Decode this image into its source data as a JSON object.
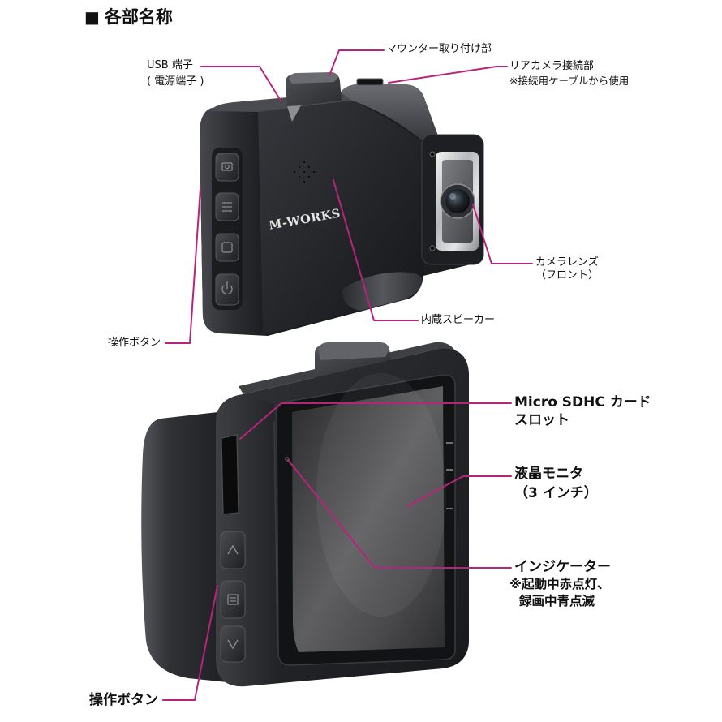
{
  "header": {
    "marker": "■",
    "title": "各部名称"
  },
  "top_camera": {
    "brand": "M-WORKS",
    "button_icons": [
      "camera-mode-icon",
      "menu-icon",
      "record-icon",
      "power-icon"
    ],
    "labels": {
      "usb": [
        "USB 端子",
        "( 電源端子 )"
      ],
      "mount": "マウンター取り付け部",
      "rear_camera": [
        "リアカメラ接続部",
        "※接続用ケーブルから使用"
      ],
      "lens": [
        "カメラレンズ",
        "（フロント）"
      ],
      "speaker": "内蔵スピーカー",
      "buttons": "操作ボタン"
    }
  },
  "bottom_camera": {
    "button_icons": [
      "up-arrow-icon",
      "menu-icon",
      "down-arrow-icon"
    ],
    "labels": {
      "sd_slot": [
        "Micro SDHC カード",
        "スロット"
      ],
      "monitor": [
        "液晶モニタ",
        "（3 インチ）"
      ],
      "indicator": [
        "インジケーター",
        "※起動中赤点灯、",
        "録画中青点滅"
      ],
      "buttons": "操作ボタン"
    }
  },
  "colors": {
    "callout": "#b8247c"
  }
}
